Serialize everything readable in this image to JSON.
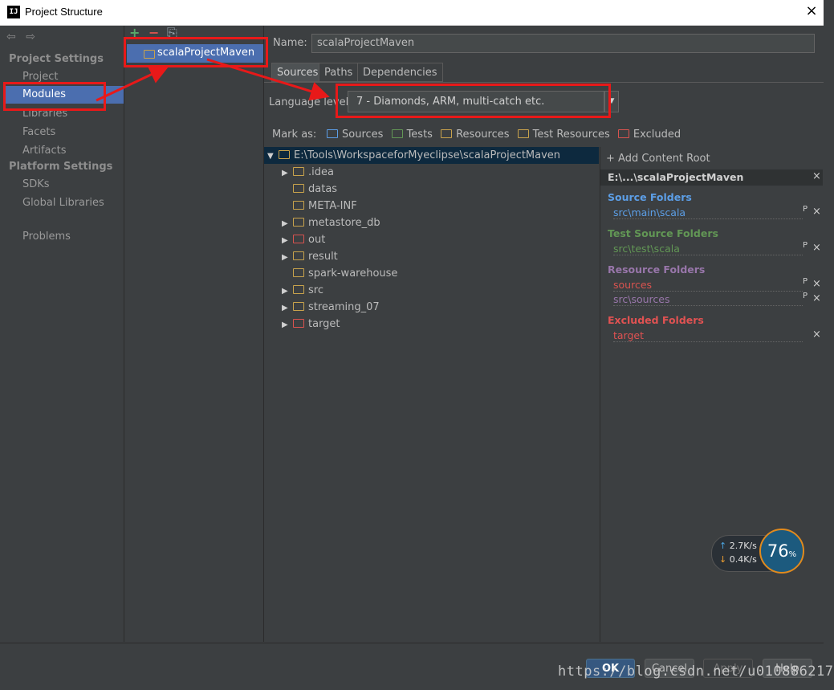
{
  "window": {
    "title": "Project Structure",
    "logo_text": "IJ",
    "close_glyph": "×"
  },
  "nav": {
    "back_glyph": "⇦",
    "forward_glyph": "⇨"
  },
  "left": {
    "project_settings_title": "Project Settings",
    "project_items": [
      "Project",
      "Modules",
      "Libraries",
      "Facets",
      "Artifacts"
    ],
    "platform_settings_title": "Platform Settings",
    "platform_items": [
      "SDKs",
      "Global Libraries"
    ],
    "problems": "Problems",
    "selected": "Modules"
  },
  "middle": {
    "add_glyph": "+",
    "remove_glyph": "−",
    "copy_glyph": "⎘",
    "module_name": "scalaProjectMaven"
  },
  "main": {
    "name_label": "Name:",
    "name_value": "scalaProjectMaven",
    "tabs": [
      "Sources",
      "Paths",
      "Dependencies"
    ],
    "active_tab": "Sources",
    "language_level_label": "Language level:",
    "language_level_value": "7 - Diamonds, ARM, multi-catch etc.",
    "mark_as_label": "Mark as:",
    "mark_as": [
      "Sources",
      "Tests",
      "Resources",
      "Test Resources",
      "Excluded"
    ]
  },
  "tree": {
    "root": "E:\\Tools\\WorkspaceforMyeclipse\\scalaProjectMaven",
    "items": [
      {
        "name": ".idea",
        "expandable": true,
        "excluded": false
      },
      {
        "name": "datas",
        "expandable": false,
        "excluded": false
      },
      {
        "name": "META-INF",
        "expandable": false,
        "excluded": false
      },
      {
        "name": "metastore_db",
        "expandable": true,
        "excluded": false
      },
      {
        "name": "out",
        "expandable": true,
        "excluded": true
      },
      {
        "name": "result",
        "expandable": true,
        "excluded": false
      },
      {
        "name": "spark-warehouse",
        "expandable": false,
        "excluded": false
      },
      {
        "name": "src",
        "expandable": true,
        "excluded": false
      },
      {
        "name": "streaming_07",
        "expandable": true,
        "excluded": false
      },
      {
        "name": "target",
        "expandable": true,
        "excluded": true
      }
    ]
  },
  "content_root": {
    "add_label": "+ Add Content Root",
    "root_path": "E:\\...\\scalaProjectMaven",
    "source_title": "Source Folders",
    "source_paths": [
      "src\\main\\scala"
    ],
    "test_title": "Test Source Folders",
    "test_paths": [
      "src\\test\\scala"
    ],
    "resource_title": "Resource Folders",
    "resource_paths": [
      "sources",
      "src\\sources"
    ],
    "excluded_title": "Excluded Folders",
    "excluded_paths": [
      "target"
    ],
    "props_glyph": "P",
    "remove_glyph": "×"
  },
  "speed_widget": {
    "up": "2.7",
    "down": "0.4",
    "unit": "K/s",
    "percent": "76",
    "percent_sign": "%"
  },
  "buttons": {
    "ok": "OK",
    "cancel": "Cancel",
    "apply": "Apply",
    "help": "Help"
  },
  "watermark": "https://blog.csdn.net/u010886217",
  "colors": {
    "selection": "#4b6eaf",
    "annotation_red": "#e81919",
    "source": "#5c9ee6",
    "test": "#629755",
    "resource": "#9876aa",
    "excluded": "#e05252"
  }
}
